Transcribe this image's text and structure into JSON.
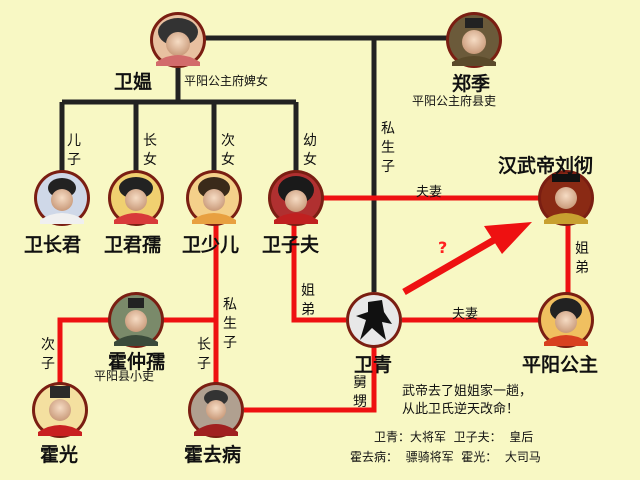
{
  "people": {
    "wei_yun": {
      "name": "卫媪",
      "role": "平阳公主府婢女"
    },
    "zheng_ji": {
      "name": "郑季",
      "role": "平阳公主府县吏"
    },
    "emperor": {
      "name": "汉武帝刘彻"
    },
    "wei_changjun": {
      "name": "卫长君"
    },
    "wei_junru": {
      "name": "卫君孺"
    },
    "wei_shaoer": {
      "name": "卫少儿"
    },
    "wei_zifu": {
      "name": "卫子夫"
    },
    "wei_qing": {
      "name": "卫青"
    },
    "princess": {
      "name": "平阳公主"
    },
    "huo_zhongru": {
      "name": "霍仲孺",
      "role": "平阳县小吏"
    },
    "huo_guang": {
      "name": "霍光"
    },
    "huo_qubing": {
      "name": "霍去病"
    }
  },
  "relations": {
    "son": "儿子",
    "eldest_daughter": "长女",
    "second_daughter": "次女",
    "youngest_daughter": "幼女",
    "illegitimate_son": "私生子",
    "spouse_emperor": "夫妻",
    "spouse_qing": "夫妻",
    "siblings_zifu_qing": "姐弟",
    "siblings_emperor_princess": "姐弟",
    "illegitimate_son_2": "私生子",
    "eldest_son": "长子",
    "second_son": "次子",
    "uncle_nephew": "舅甥"
  },
  "question_mark": "?",
  "notes": {
    "line1": "武帝去了姐姐家一趟，",
    "line2": "从此卫氏逆天改命！",
    "titles_row1": "卫青：大将军  卫子夫：  皇后",
    "titles_row2": "霍去病：  骠骑将军  霍光：  大司马"
  },
  "colors": {
    "background": "#f8f8c4",
    "family_line": "#222222",
    "relation_line": "#ee1111",
    "arrow": "#ee1111",
    "portrait_ring": "#7a1e12"
  },
  "icons": {
    "wei_yun": "woman-portrait-icon",
    "zheng_ji": "man-portrait-icon",
    "emperor": "emperor-portrait-icon",
    "wei_qing": "warrior-silhouette-icon"
  }
}
